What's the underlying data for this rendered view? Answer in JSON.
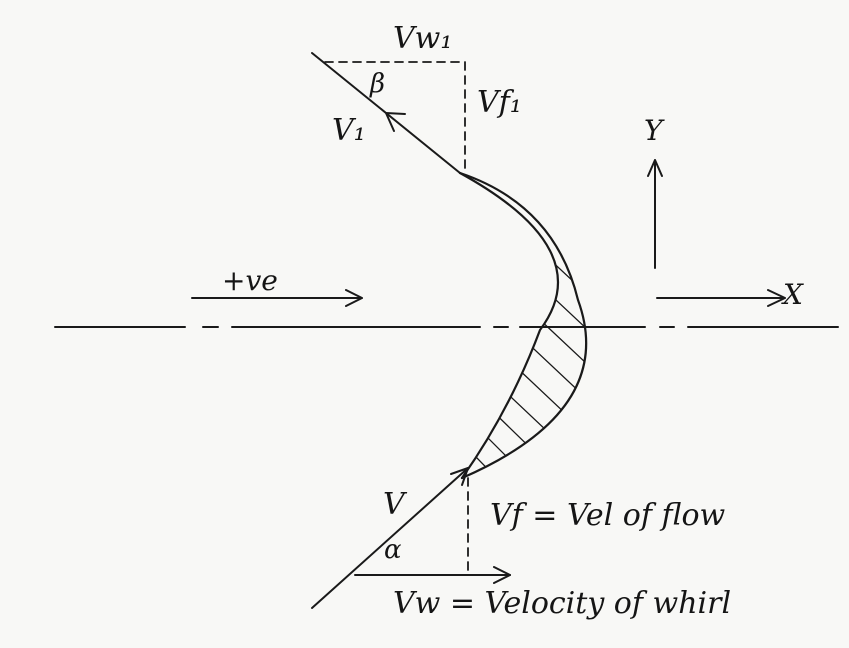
{
  "labels": {
    "vw1": "Vw₁",
    "beta": "β",
    "v1": "V₁",
    "vf1": "Vf₁",
    "y_axis": "Y",
    "x_axis": "X",
    "positive": "+ve",
    "v": "V",
    "alpha": "α",
    "vf_eq": "Vf = Vel of flow",
    "vw_eq": "Vw = Velocity of whirl"
  },
  "colors": {
    "ink": "#1a1a1a",
    "paper": "#f8f8f6"
  }
}
